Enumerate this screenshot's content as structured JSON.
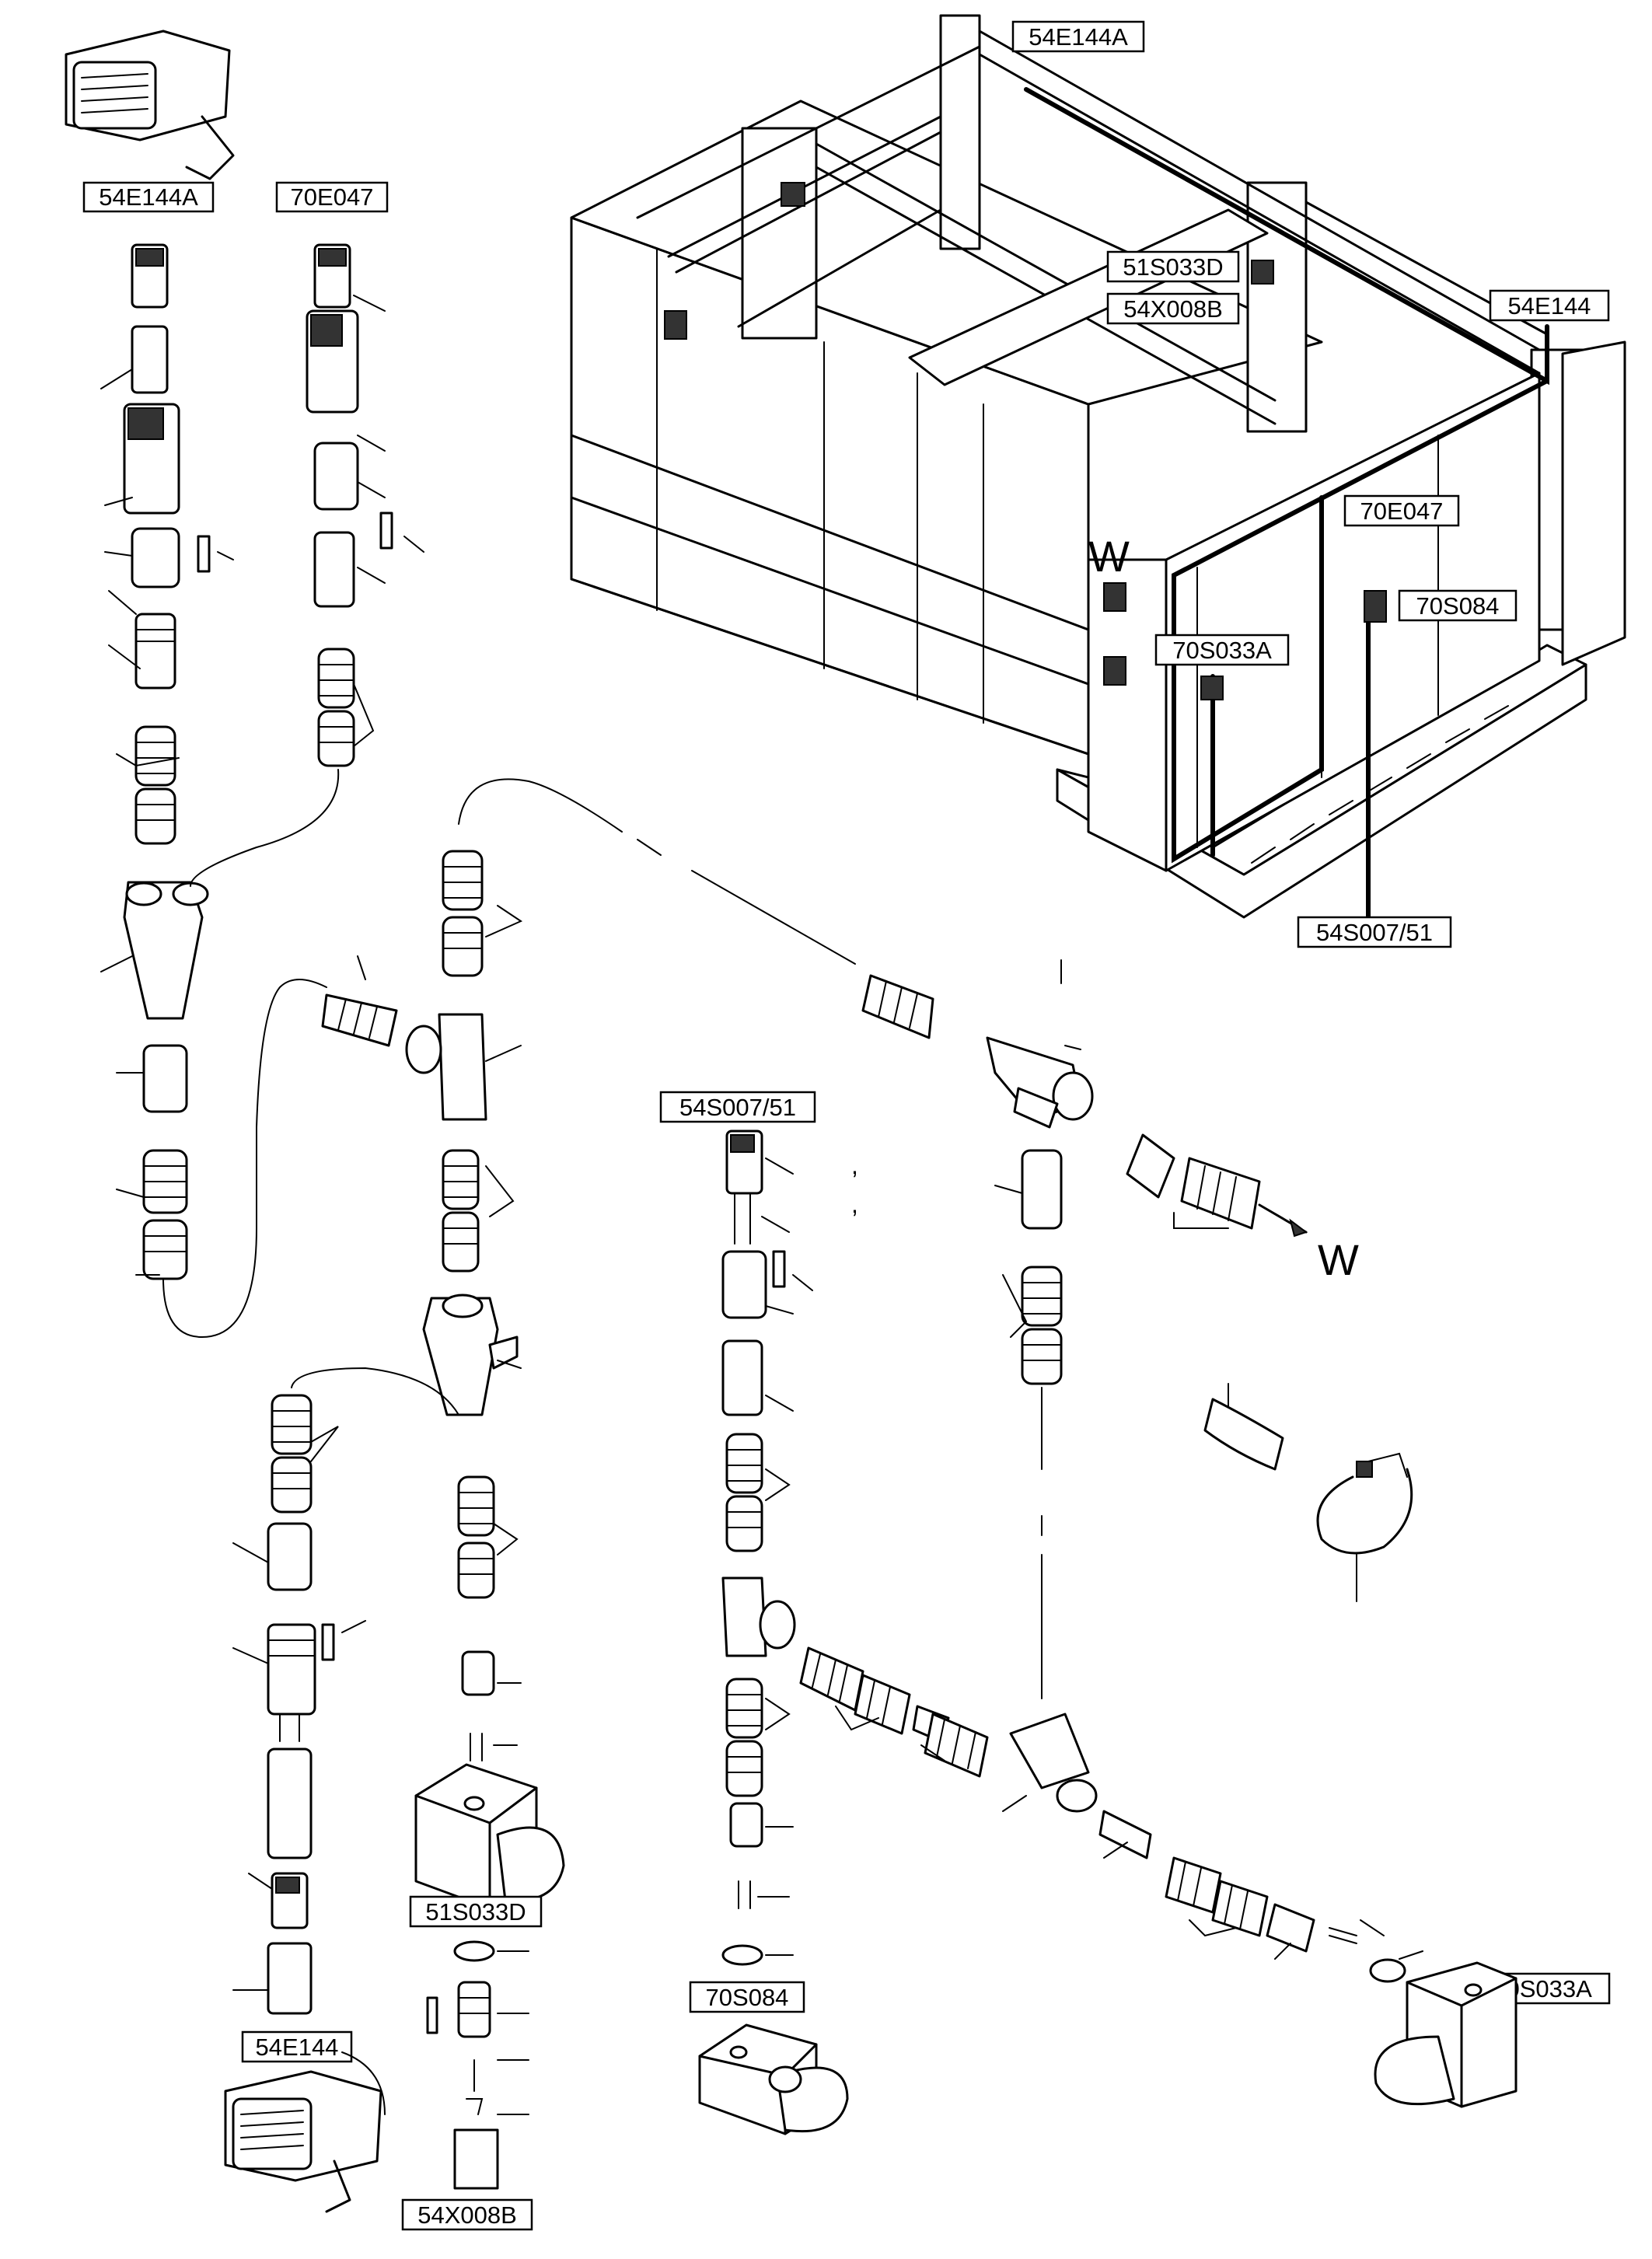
{
  "labels": {
    "lamp_top": "54E144A",
    "sensor_top": "70E047",
    "frame_54e144a": "54E144A",
    "frame_51s033d": "51S033D",
    "frame_54x008b": "54X008B",
    "frame_54e144": "54E144",
    "frame_70e047": "70E047",
    "frame_70s084": "70S084",
    "frame_70s033a": "70S033A",
    "frame_54s007": "54S007/51",
    "mid_54s007": "54S007/51",
    "bottom_51s033d": "51S033D",
    "bottom_70s084": "70S084",
    "bottom_70s033a": "70S033A",
    "bottom_54e144": "54E144",
    "bottom_54x008b": "54X008B"
  },
  "markers": {
    "w_frame": "W",
    "w_arrow": "W",
    "comma_1": ",",
    "comma_2": ","
  }
}
